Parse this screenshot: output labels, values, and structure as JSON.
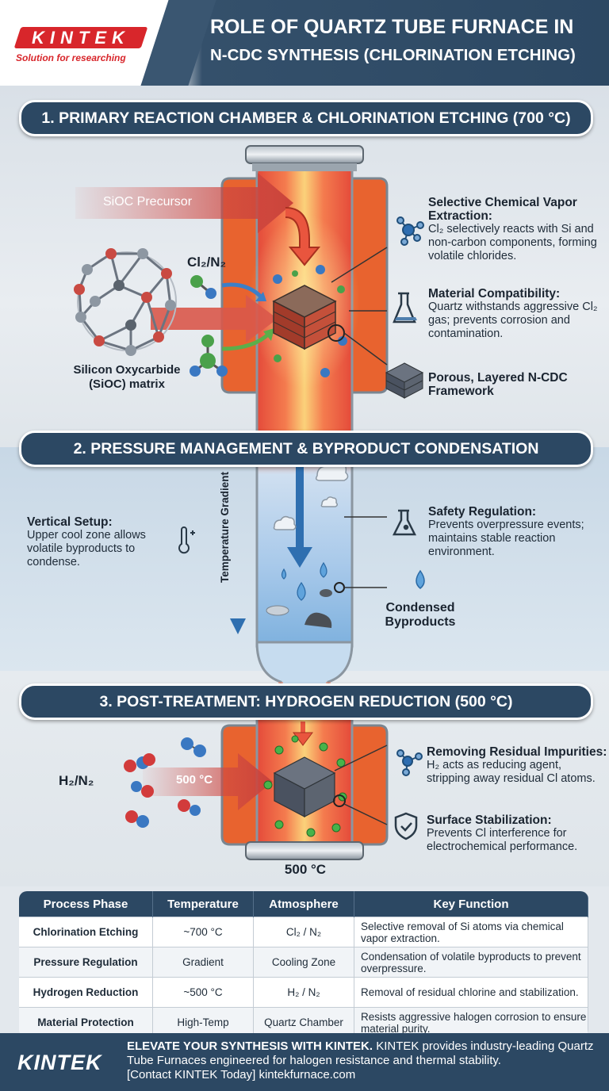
{
  "header": {
    "logo": "KINTEK",
    "tagline": "Solution for researching",
    "title_line1": "ROLE OF QUARTZ TUBE FURNACE IN",
    "title_line2": "N-CDC SYNTHESIS (CHLORINATION ETCHING)"
  },
  "section1": {
    "title": "1. PRIMARY REACTION CHAMBER & CHLORINATION ETCHING (700 °C)",
    "precursor_label": "SiOC Precursor",
    "gas_label": "Cl₂/N₂",
    "matrix_label_line1": "Silicon Oxycarbide",
    "matrix_label_line2": "(SiOC) matrix",
    "callouts": [
      {
        "heading": "Selective Chemical Vapor Extraction:",
        "text": "Cl₂ selectively reacts with Si and non-carbon components, forming volatile chlorides."
      },
      {
        "heading": "Material Compatibility:",
        "text": "Quartz withstands aggressive Cl₂ gas; prevents corrosion and contamination."
      },
      {
        "heading": "Porous, Layered N-CDC Framework",
        "text": ""
      }
    ]
  },
  "section2": {
    "title": "2. PRESSURE MANAGEMENT & BYPRODUCT CONDENSATION",
    "gradient_label": "Temperature Gradient",
    "vertical_heading": "Vertical Setup:",
    "vertical_text": "Upper cool zone allows volatile byproducts to condense.",
    "safety_heading": "Safety Regulation:",
    "safety_text": "Prevents overpressure events; maintains stable reaction environment.",
    "condensed_label_line1": "Condensed",
    "condensed_label_line2": "Byproducts"
  },
  "section3": {
    "title": "3. POST-TREATMENT: HYDROGEN REDUCTION (500 °C)",
    "gas_label": "H₂/N₂",
    "arrow_temp": "500 °C",
    "bottom_temp": "500 °C",
    "callouts": [
      {
        "heading": "Removing Residual Impurities:",
        "text": "H₂ acts as reducing agent, stripping away residual Cl atoms."
      },
      {
        "heading": "Surface Stabilization:",
        "text": "Prevents Cl interference for electrochemical performance."
      }
    ]
  },
  "table": {
    "headers": [
      "Process Phase",
      "Temperature",
      "Atmosphere",
      "Key Function"
    ],
    "rows": [
      [
        "Chlorination Etching",
        "~700 °C",
        "Cl₂ / N₂",
        "Selective removal of Si atoms via chemical vapor extraction."
      ],
      [
        "Pressure Regulation",
        "Gradient",
        "Cooling Zone",
        "Condensation of volatile byproducts to prevent overpressure."
      ],
      [
        "Hydrogen Reduction",
        "~500 °C",
        "H₂ / N₂",
        "Removal of residual chlorine and stabilization."
      ],
      [
        "Material Protection",
        "High-Temp",
        "Quartz Chamber",
        "Resists aggressive halogen corrosion to ensure material purity."
      ]
    ]
  },
  "footer": {
    "logo": "KINTEK",
    "cta_bold": "ELEVATE YOUR SYNTHESIS WITH KINTEK.",
    "cta_text": " KINTEK provides industry-leading Quartz Tube Furnaces engineered for halogen resistance and thermal stability.",
    "contact": "[Contact KINTEK Today] kintekfurnace.com"
  },
  "colors": {
    "navy": "#2c4863",
    "brand_red": "#d8262b",
    "hot": "#e8503a",
    "cool": "#6aa6d8"
  }
}
